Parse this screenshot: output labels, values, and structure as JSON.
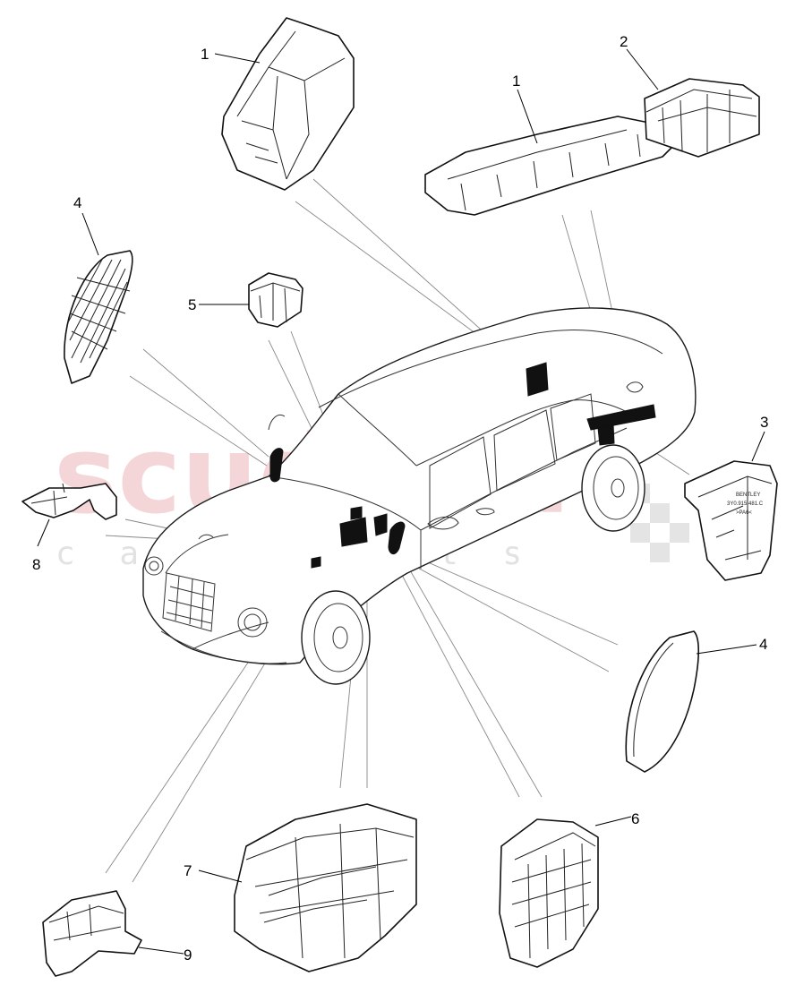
{
  "watermark": {
    "brand": "scuderia",
    "tagline": "c a r   p a r t s",
    "brand_color": "#e8a3a9"
  },
  "callouts": {
    "c1a": "1",
    "c1b": "1",
    "c2": "2",
    "c3": "3",
    "c4a": "4",
    "c4b": "4",
    "c5": "5",
    "c6": "6",
    "c7": "7",
    "c8": "8",
    "c9": "9"
  },
  "part_labels": {
    "module_3": [
      "BENTLEY",
      "3Y0.915.481.C",
      ">PA6<"
    ]
  }
}
